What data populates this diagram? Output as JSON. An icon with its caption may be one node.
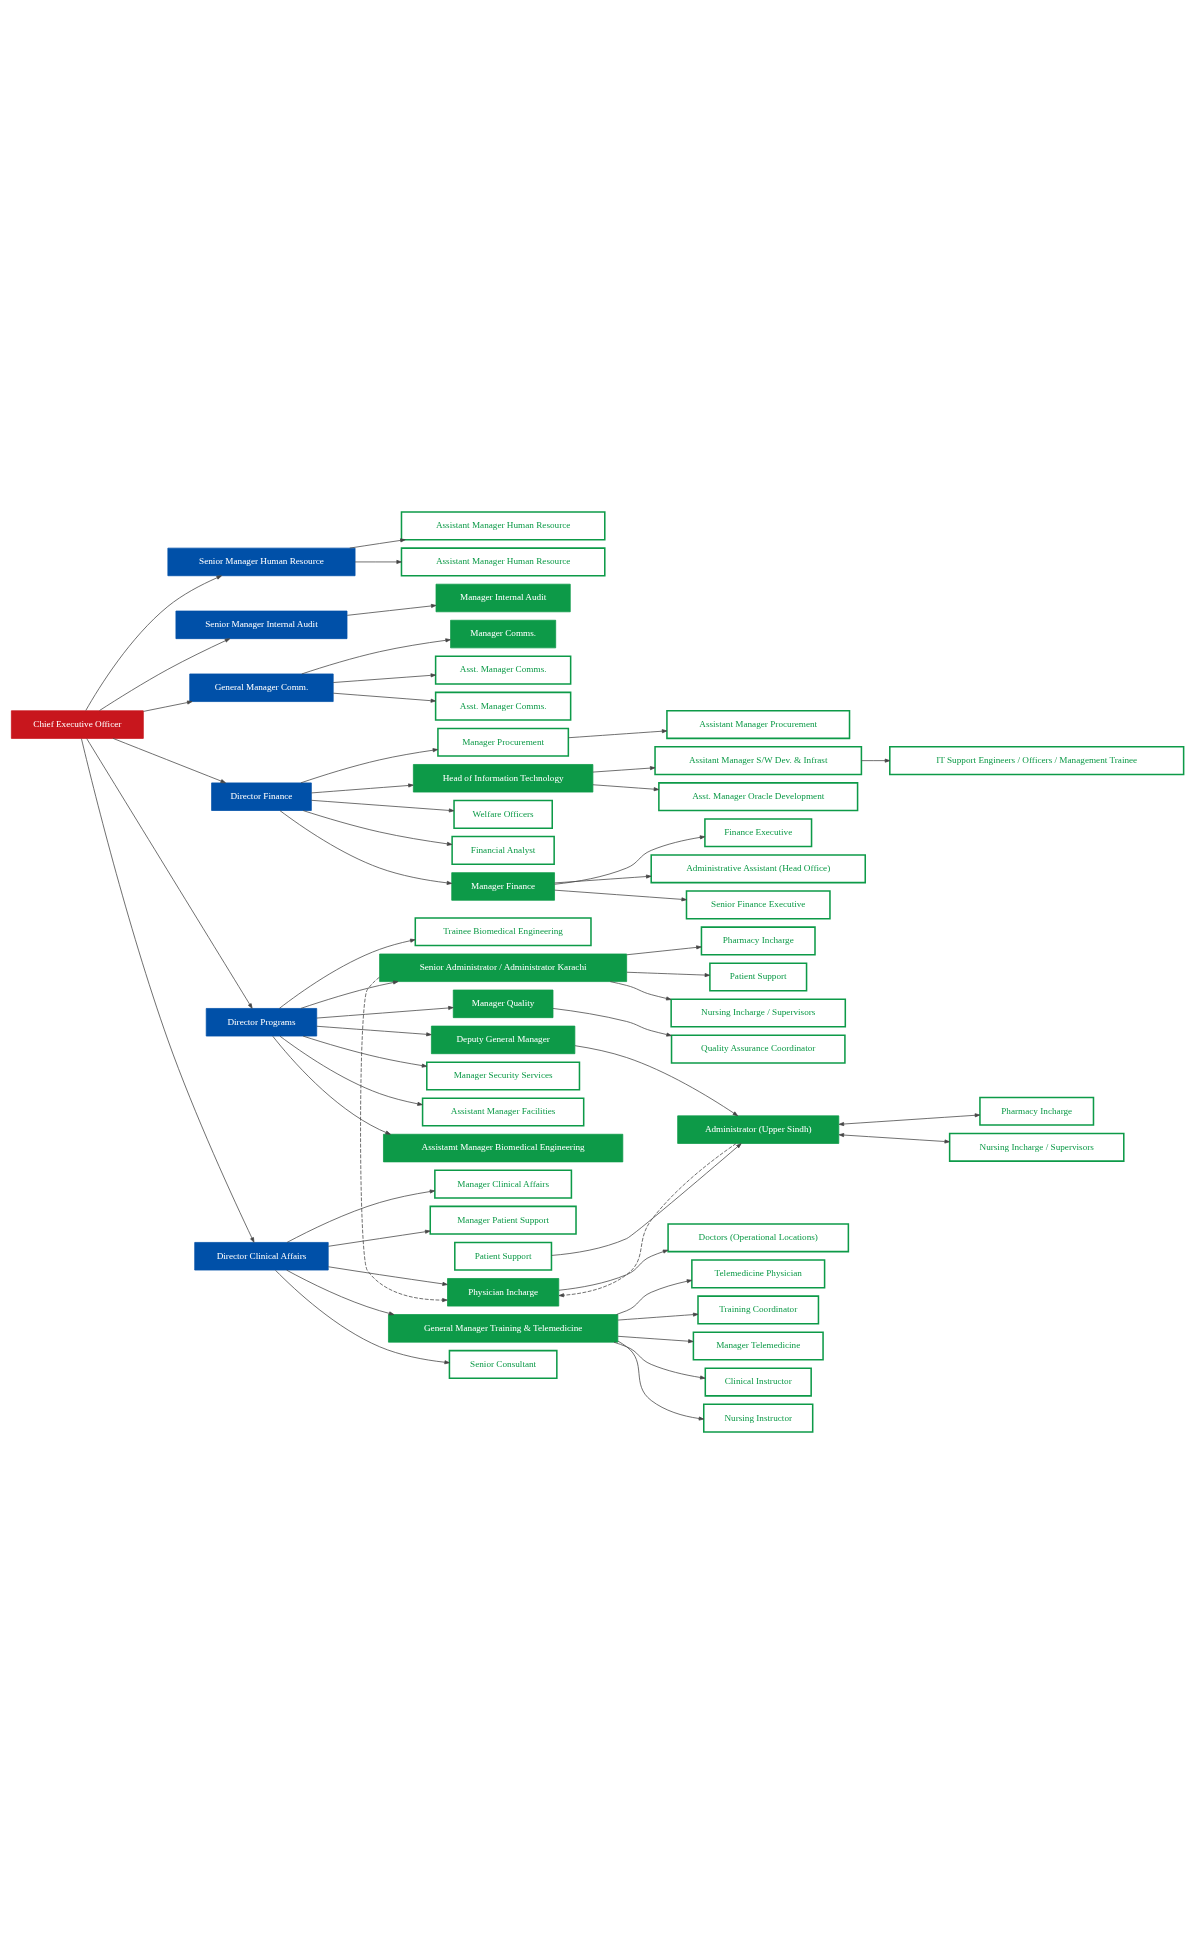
{
  "diagram": {
    "nodes": [
      {
        "text": [
          "Chief Executive Officer"
        ]
      },
      {
        "text": [
          "Senior Manager Human Resource"
        ]
      },
      {
        "text": [
          "Assistant Manager Human Resource"
        ]
      },
      {
        "text": [
          "Assistant Manager Human Resource"
        ]
      },
      {
        "text": [
          "Senior Manager Internal Audit"
        ]
      },
      {
        "text": [
          "Manager Internal Audit"
        ]
      },
      {
        "text": [
          "Manager Comms."
        ]
      },
      {
        "text": [
          "Asst. Manager Comms."
        ]
      },
      {
        "text": [
          "Asst. Manager Comms."
        ]
      },
      {
        "text": [
          "Asst. Manager Oracle Development"
        ]
      },
      {
        "text": [
          "Assitant Manager S/W Dev. & Infrast"
        ]
      },
      {
        "text": [
          "IT Support Engineers / Officers / Management Trainee"
        ]
      },
      {
        "text": [
          "General Manager Comm."
        ]
      },
      {
        "text": [
          "Senior Finance Executive"
        ]
      },
      {
        "text": [
          "Finance Executive"
        ]
      },
      {
        "text": [
          "Administrative Assistant (Head Office)"
        ]
      },
      {
        "text": [
          "Manager Finance"
        ]
      },
      {
        "text": [
          "Manager Procurement"
        ]
      },
      {
        "text": [
          "Assistant Manager Procurement"
        ]
      },
      {
        "text": [
          "Head of Information Technology"
        ]
      },
      {
        "text": [
          "Welfare Officers"
        ]
      },
      {
        "text": [
          "Financial Analyst"
        ]
      },
      {
        "text": [
          "Director Finance"
        ]
      },
      {
        "text": [
          "Quality Assurance Coordinator"
        ]
      },
      {
        "text": [
          "Manager Quality"
        ]
      },
      {
        "text": [
          "Manager Security Services"
        ]
      },
      {
        "text": [
          "Assistant Manager Facilities"
        ]
      },
      {
        "text": [
          "Assistamt Manager Biomedical Engineering"
        ]
      },
      {
        "text": [
          "Trainee Biomedical Engineering"
        ]
      },
      {
        "text": [
          "Deputy General Manager"
        ]
      },
      {
        "text": [
          "Administrator (Upper Sindh)"
        ]
      },
      {
        "text": [
          "Nursing Incharge / Supervisors"
        ]
      },
      {
        "text": [
          "Pharmacy Incharge"
        ]
      },
      {
        "text": [
          "Patient Support"
        ]
      },
      {
        "text": [
          "Director Programs"
        ]
      },
      {
        "text": [
          "Senior Administrator / Administrator Karachi"
        ]
      },
      {
        "text": [
          "Nursing Incharge / Supervisors"
        ]
      },
      {
        "text": [
          "Pharmacy Incharge"
        ]
      },
      {
        "text": [
          "Patient Support"
        ]
      },
      {
        "text": [
          "Senior Consultant"
        ]
      },
      {
        "text": [
          "Manager Clinical Affairs"
        ]
      },
      {
        "text": [
          "Manager Patient Support"
        ]
      },
      {
        "text": [
          "Physician Incharge"
        ]
      },
      {
        "text": [
          "Doctors (Operational Locations)"
        ]
      },
      {
        "text": [
          "Director Clinical Affairs"
        ]
      },
      {
        "text": [
          "General Manager Training & Telemedicine"
        ]
      },
      {
        "text": [
          "Manager Telemedicine"
        ]
      },
      {
        "text": [
          "Clinical Instructor"
        ]
      },
      {
        "text": [
          "Nursing Instructor"
        ]
      },
      {
        "text": [
          "Telemedicine Physician"
        ]
      },
      {
        "text": [
          "Training Coordinator"
        ]
      }
    ],
    "edges": [
      {
        "from": 0,
        "to": 1,
        "arrow": "to"
      },
      {
        "from": 0,
        "to": 4,
        "arrow": "to"
      },
      {
        "from": 0,
        "to": 12,
        "arrow": "to"
      },
      {
        "from": 0,
        "to": 22,
        "arrow": "to"
      },
      {
        "from": 0,
        "to": 34,
        "arrow": "to"
      },
      {
        "from": 0,
        "to": 44,
        "arrow": "to"
      },
      {
        "from": 1,
        "to": 2,
        "arrow": "to"
      },
      {
        "from": 1,
        "to": 3,
        "arrow": "to"
      },
      {
        "from": 4,
        "to": 5,
        "arrow": "to"
      },
      {
        "from": 12,
        "to": 6,
        "arrow": "to"
      },
      {
        "from": 12,
        "to": 7,
        "arrow": "to"
      },
      {
        "from": 12,
        "to": 8,
        "arrow": "to"
      },
      {
        "from": 19,
        "to": 9,
        "arrow": "to"
      },
      {
        "from": 19,
        "to": 10,
        "arrow": "to"
      },
      {
        "from": 10,
        "to": 11,
        "arrow": "to"
      },
      {
        "from": 16,
        "to": 13,
        "arrow": "to"
      },
      {
        "from": 16,
        "to": 14,
        "arrow": "to"
      },
      {
        "from": 16,
        "to": 15,
        "arrow": "to"
      },
      {
        "from": 22,
        "to": 16,
        "arrow": "to"
      },
      {
        "from": 22,
        "to": 17,
        "arrow": "to"
      },
      {
        "from": 22,
        "to": 19,
        "arrow": "to"
      },
      {
        "from": 22,
        "to": 20,
        "arrow": "to"
      },
      {
        "from": 22,
        "to": 21,
        "arrow": "to"
      },
      {
        "from": 17,
        "to": 18,
        "arrow": "to"
      },
      {
        "from": 24,
        "to": 23,
        "arrow": "to"
      },
      {
        "from": 34,
        "to": 24,
        "arrow": "to"
      },
      {
        "from": 34,
        "to": 25,
        "arrow": "to"
      },
      {
        "from": 34,
        "to": 26,
        "arrow": "to"
      },
      {
        "from": 34,
        "to": 27,
        "arrow": "to"
      },
      {
        "from": 34,
        "to": 28,
        "arrow": "to"
      },
      {
        "from": 34,
        "to": 29,
        "arrow": "to"
      },
      {
        "from": 29,
        "to": 30,
        "arrow": "to"
      },
      {
        "from": 34,
        "to": 35,
        "arrow": "to"
      },
      {
        "from": 30,
        "to": 31,
        "arrow": "both"
      },
      {
        "from": 30,
        "to": 32,
        "arrow": "both"
      },
      {
        "from": 33,
        "to": 30,
        "arrow": "to"
      },
      {
        "from": 35,
        "to": 36,
        "arrow": "to"
      },
      {
        "from": 35,
        "to": 37,
        "arrow": "to"
      },
      {
        "from": 35,
        "to": 38,
        "arrow": "to"
      },
      {
        "from": 30,
        "to": 42,
        "arrow": "to",
        "style": "dashed"
      },
      {
        "from": 35,
        "to": 42,
        "arrow": "to",
        "style": "dashed"
      },
      {
        "from": 44,
        "to": 39,
        "arrow": "to"
      },
      {
        "from": 44,
        "to": 40,
        "arrow": "to"
      },
      {
        "from": 44,
        "to": 41,
        "arrow": "to"
      },
      {
        "from": 44,
        "to": 42,
        "arrow": "to"
      },
      {
        "from": 42,
        "to": 43,
        "arrow": "to"
      },
      {
        "from": 44,
        "to": 45,
        "arrow": "to"
      },
      {
        "from": 45,
        "to": 46,
        "arrow": "to"
      },
      {
        "from": 45,
        "to": 47,
        "arrow": "to"
      },
      {
        "from": 45,
        "to": 48,
        "arrow": "to"
      },
      {
        "from": 45,
        "to": 49,
        "arrow": "to"
      },
      {
        "from": 45,
        "to": 50,
        "arrow": "to"
      }
    ]
  }
}
